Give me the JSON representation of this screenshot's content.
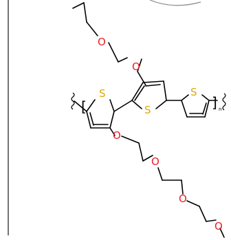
{
  "colors": {
    "bond": "#000000",
    "oxygen": "#e8202a",
    "sulfur": "#e0a800",
    "frame": "#000000",
    "arc": "#888888"
  },
  "atoms": {
    "oxygen": "O",
    "sulfur": "S"
  },
  "bracket": {
    "open": "[",
    "close": "]",
    "subscript": "n"
  }
}
